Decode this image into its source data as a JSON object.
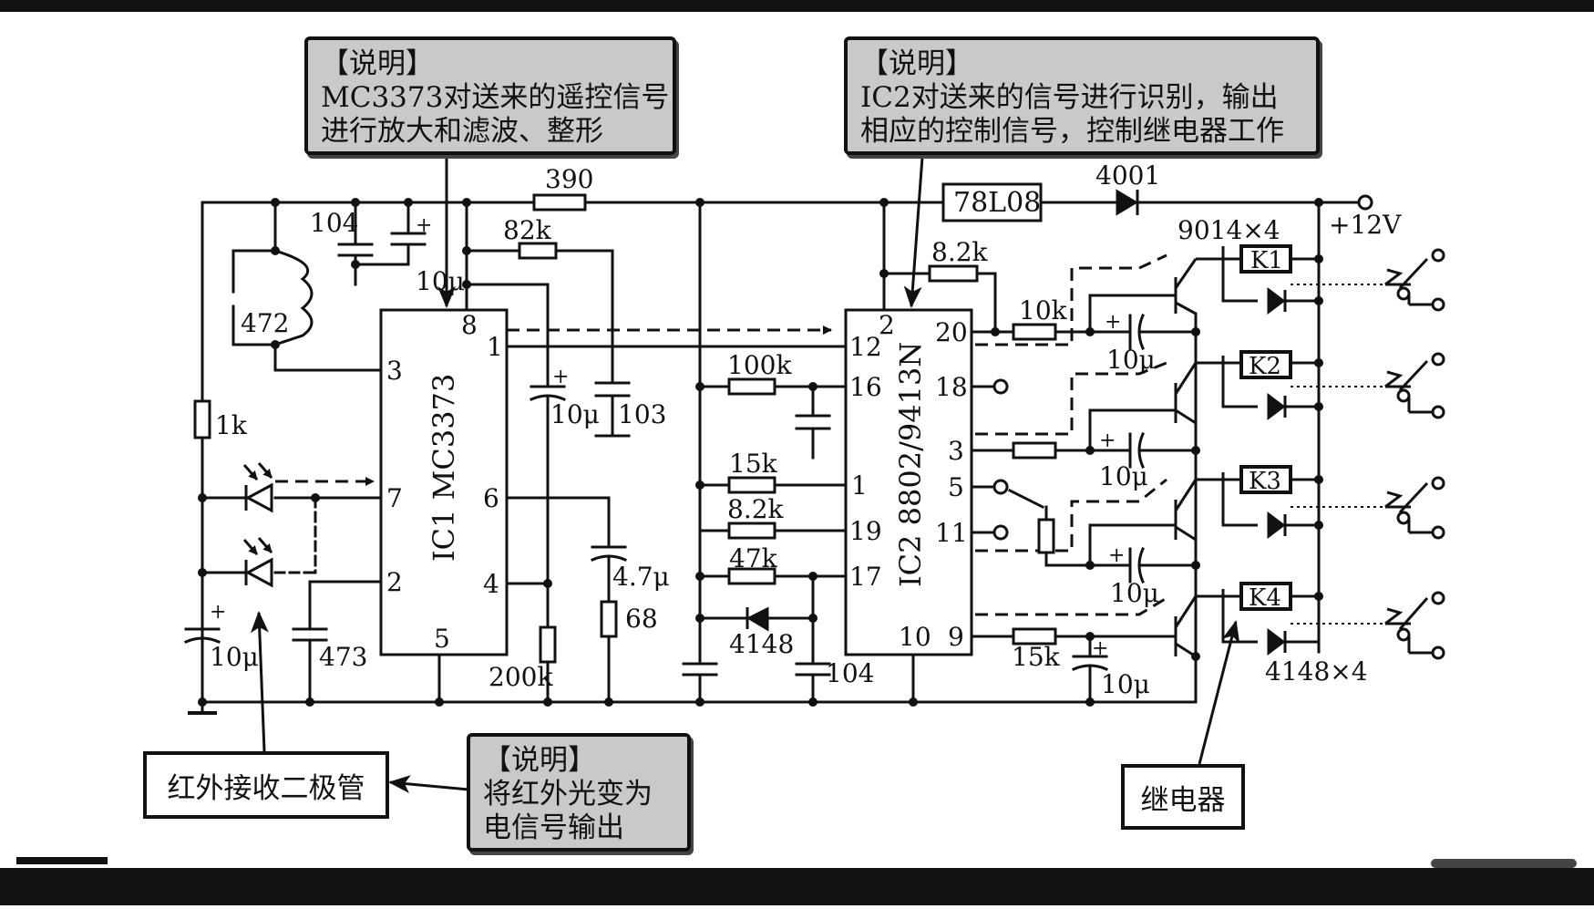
{
  "notes": {
    "left": {
      "lines": [
        "【说明】",
        "MC3373对送来的遥控信号",
        "进行放大和滤波、整形"
      ]
    },
    "right": {
      "lines": [
        "【说明】",
        "IC2对送来的信号进行识别，输出",
        "相应的控制信号，控制继电器工作"
      ]
    },
    "bottom": {
      "lines": [
        "【说明】",
        "将红外光变为",
        "电信号输出"
      ]
    }
  },
  "callouts": {
    "ir_diode": "红外接收二极管",
    "relay": "继电器"
  },
  "ic1": {
    "name": "IC1 MC3373",
    "pins": {
      "p8": "8",
      "p1": "1",
      "p3": "3",
      "p7": "7",
      "p2": "2",
      "p6": "6",
      "p4": "4",
      "p5": "5"
    }
  },
  "ic2": {
    "name": "IC2 8802/9413N",
    "pins": {
      "p2": "2",
      "p12": "12",
      "p16": "16",
      "p1": "1",
      "p19": "19",
      "p17": "17",
      "p10": "10",
      "p20": "20",
      "p18": "18",
      "p3": "3",
      "p5": "5",
      "p11": "11",
      "p9": "9"
    }
  },
  "components": {
    "r390": "390",
    "reg": "78L08",
    "d4001": "4001",
    "vcc": "+12V",
    "c104_top": "104",
    "c10u_top": "10μ",
    "r82k": "82k",
    "c472": "472",
    "r1k": "1k",
    "c10u_left": "10μ",
    "c473": "473",
    "c10u_mid": "10μ",
    "c103": "103",
    "c4_7u": "4.7μ",
    "r68": "68",
    "r200k": "200k",
    "r100k": "100k",
    "r15k_mid": "15k",
    "r8_2k_mid": "8.2k",
    "r47k": "47k",
    "d4148": "4148",
    "c104_bot": "104",
    "r8_2k_top": "8.2k",
    "r10k": "10k",
    "c10u_r1": "10μ",
    "c10u_r2": "10μ",
    "c10u_r3": "10μ",
    "r15k_bot": "15k",
    "c10u_bot": "10μ",
    "trans": "9014×4",
    "k1": "K1",
    "k2": "K2",
    "k3": "K3",
    "k4": "K4",
    "diodes": "4148×4",
    "plus": "+"
  }
}
